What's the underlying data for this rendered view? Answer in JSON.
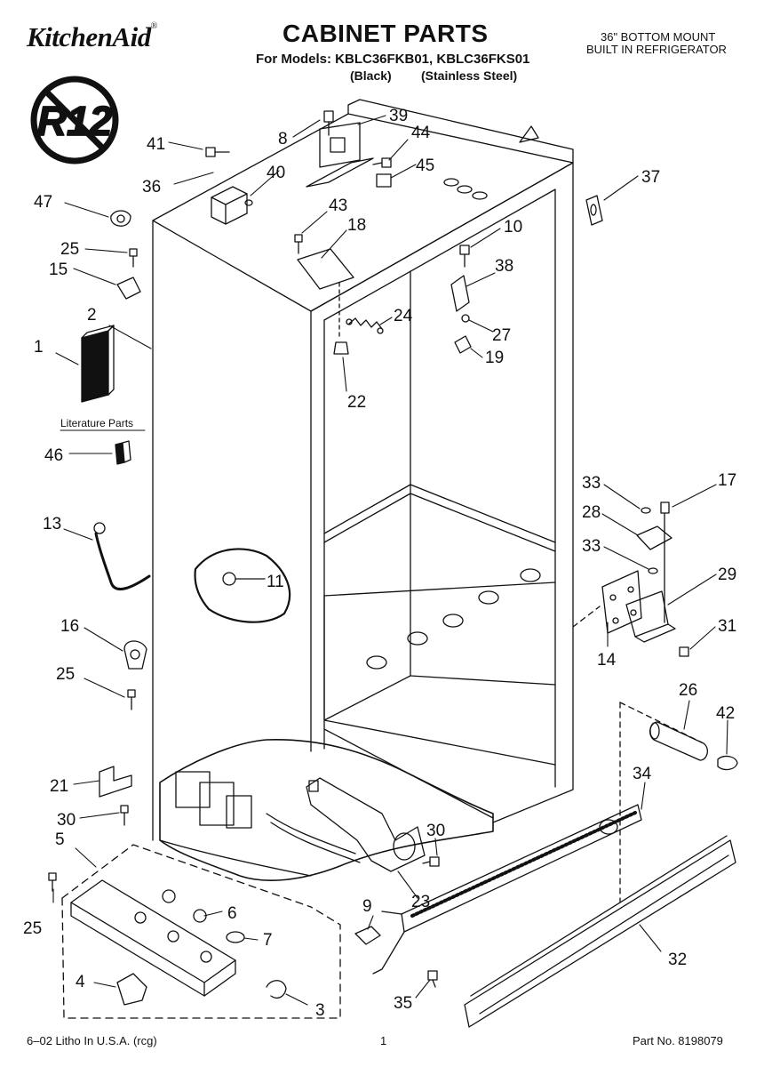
{
  "header": {
    "brand": "KitchenAid",
    "brand_mark": "®",
    "title": "CABINET PARTS",
    "models_line": "For Models: KBLC36FKB01, KBLC36FKS01",
    "variant_black": "(Black)",
    "variant_steel": "(Stainless Steel)",
    "product_type_line1": "36\" BOTTOM MOUNT",
    "product_type_line2": "BUILT IN REFRIGERATOR"
  },
  "badge": {
    "text": "R12"
  },
  "literature_label": "Literature Parts",
  "callouts": [
    "1",
    "2",
    "3",
    "4",
    "5",
    "6",
    "7",
    "8",
    "9",
    "10",
    "11",
    "13",
    "14",
    "15",
    "16",
    "17",
    "18",
    "19",
    "21",
    "22",
    "23",
    "24",
    "25",
    "25",
    "25",
    "25",
    "26",
    "27",
    "28",
    "29",
    "30",
    "30",
    "31",
    "32",
    "33",
    "33",
    "34",
    "35",
    "36",
    "37",
    "38",
    "39",
    "40",
    "41",
    "42",
    "43",
    "44",
    "45",
    "46",
    "47"
  ],
  "footer": {
    "left": "6–02 Litho In U.S.A. (rcg)",
    "page": "1",
    "right": "Part No. 8198079"
  },
  "colors": {
    "ink": "#111111",
    "paper": "#ffffff"
  }
}
